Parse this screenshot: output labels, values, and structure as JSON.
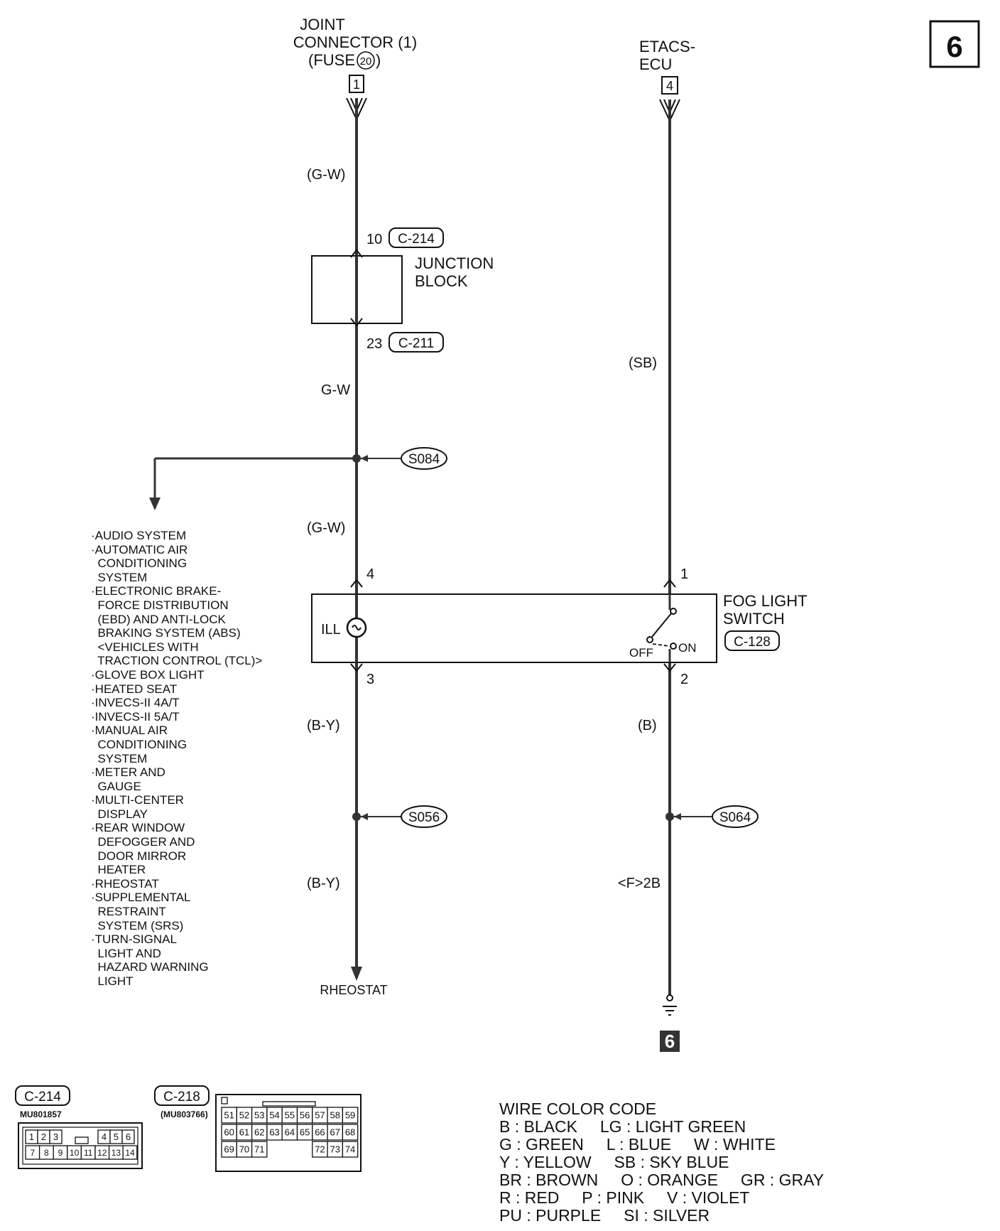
{
  "page_number": "6",
  "top_left_source": {
    "line1": "JOINT",
    "line2": "CONNECTOR (1)",
    "line3_prefix": "(FUSE",
    "fuse_number": "20",
    "line3_suffix": ")",
    "terminal": "1"
  },
  "top_right_source": {
    "line1": "ETACS-",
    "line2": "ECU",
    "terminal": "4"
  },
  "wires": {
    "left_top": "(G-W)",
    "left_mid": "G-W",
    "left_lower": "(G-W)",
    "left_bottom_1": "(B-Y)",
    "left_bottom_2": "(B-Y)",
    "right_top": "(SB)",
    "right_mid": "(B)",
    "right_bottom": "<F>2B"
  },
  "junction_block": {
    "line1": "JUNCTION",
    "line2": "BLOCK",
    "top_pin": "10",
    "top_connector": "C-214",
    "bottom_pin": "23",
    "bottom_connector": "C-211"
  },
  "splices": {
    "s1": "S084",
    "s2": "S056",
    "s3": "S064"
  },
  "switch": {
    "line1": "FOG LIGHT",
    "line2": "SWITCH",
    "connector": "C-128",
    "ill_label": "ILL",
    "off_label": "OFF",
    "on_label": "ON",
    "pin_left_top": "4",
    "pin_left_bottom": "3",
    "pin_right_top": "1",
    "pin_right_bottom": "2"
  },
  "rheostat_label": "RHEOSTAT",
  "ground_number": "6",
  "side_list": [
    "·AUDIO SYSTEM",
    "·AUTOMATIC AIR",
    "  CONDITIONING",
    "  SYSTEM",
    "·ELECTRONIC BRAKE-",
    "  FORCE DISTRIBUTION",
    "  (EBD) AND ANTI-LOCK",
    "  BRAKING SYSTEM (ABS)",
    "  <VEHICLES WITH",
    "  TRACTION CONTROL (TCL)>",
    "·GLOVE BOX LIGHT",
    "·HEATED SEAT",
    "·INVECS-II 4A/T",
    "·INVECS-II 5A/T",
    "·MANUAL AIR",
    "  CONDITIONING",
    "  SYSTEM",
    "·METER AND",
    "  GAUGE",
    "·MULTI-CENTER",
    "  DISPLAY",
    "·REAR WINDOW",
    "  DEFOGGER AND",
    "  DOOR MIRROR",
    "  HEATER",
    "·RHEOSTAT",
    "·SUPPLEMENTAL",
    "  RESTRAINT",
    "  SYSTEM (SRS)",
    "·TURN-SIGNAL",
    "  LIGHT AND",
    "  HAZARD WARNING",
    "  LIGHT"
  ],
  "connector_c214": {
    "name": "C-214",
    "part": "MU801857",
    "row1a": [
      "1",
      "2",
      "3"
    ],
    "row1b": [
      "4",
      "5",
      "6"
    ],
    "row2": [
      "7",
      "8",
      "9",
      "10",
      "11",
      "12",
      "13",
      "14"
    ]
  },
  "connector_c218": {
    "name": "C-218",
    "part": "(MU803766)",
    "row1": [
      "51",
      "52",
      "53",
      "54",
      "55",
      "56",
      "57",
      "58",
      "59"
    ],
    "row2": [
      "60",
      "61",
      "62",
      "63",
      "64",
      "65",
      "66",
      "67",
      "68"
    ],
    "row3a": [
      "69",
      "70",
      "71"
    ],
    "row3b": [
      "72",
      "73",
      "74"
    ]
  },
  "legend": {
    "title": "WIRE COLOR CODE",
    "rows": [
      "B : BLACK     LG : LIGHT GREEN",
      "G : GREEN     L : BLUE     W : WHITE",
      "Y : YELLOW     SB : SKY BLUE",
      "BR : BROWN     O : ORANGE     GR : GRAY",
      "R : RED     P : PINK     V : VIOLET",
      "PU : PURPLE     SI : SILVER"
    ]
  }
}
